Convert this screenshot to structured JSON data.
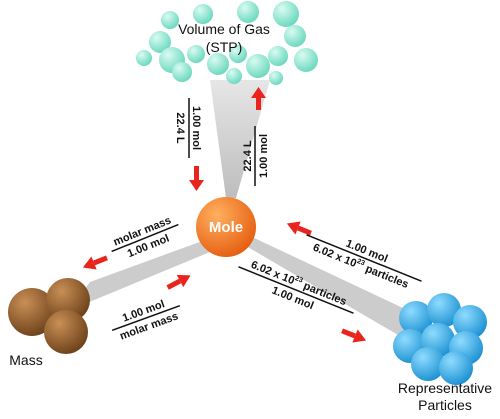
{
  "nodes": {
    "gas": {
      "line1": "Volume of Gas",
      "line2": "(STP)"
    },
    "mole": {
      "label": "Mole"
    },
    "mass": {
      "label": "Mass"
    },
    "particles": {
      "line1": "Representative",
      "line2": "Particles"
    }
  },
  "conversions": {
    "gas_to_mole": {
      "numerator": "1.00 mol",
      "denominator": "22.4 L"
    },
    "mole_to_gas": {
      "numerator": "22.4 L",
      "denominator": "1.00 mol"
    },
    "mass_to_mole": {
      "numerator": "1.00 mol",
      "denominator": "molar mass"
    },
    "mole_to_mass": {
      "numerator": "molar mass",
      "denominator": "1.00 mol"
    },
    "particles_to_mole": {
      "numerator": "1.00 mol",
      "denominator_base": "6.02 x 10",
      "denominator_exp": "23",
      "denominator_tail": " particles"
    },
    "mole_to_particles": {
      "numerator_base": "6.02 x 10",
      "numerator_exp": "23",
      "numerator_tail": " particles",
      "denominator": "1.00 mol"
    }
  },
  "colors": {
    "gas": "#7fe0c9",
    "mole": "#f07a1a",
    "mass": "#8a5a2b",
    "particles": "#29a9e0",
    "arrow": "#e8241c",
    "connector": "#c8c8c8"
  }
}
